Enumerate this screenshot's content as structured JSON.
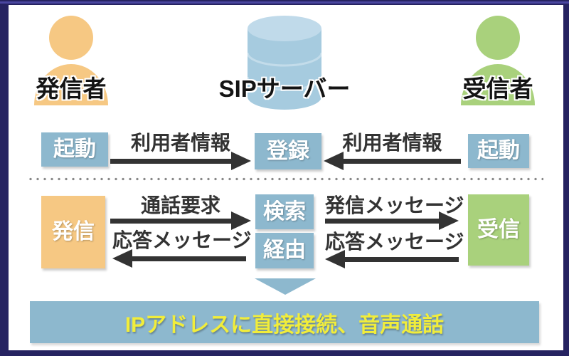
{
  "diagram": {
    "entities": {
      "caller": {
        "label": "発信者",
        "icon": "person-icon"
      },
      "server": {
        "label": "SIPサーバー",
        "icon": "database-icon"
      },
      "receiver": {
        "label": "受信者",
        "icon": "person-icon"
      }
    },
    "registration_flow": {
      "caller_box": "起動",
      "caller_to_server_arrow": "利用者情報",
      "server_box": "登録",
      "receiver_to_server_arrow": "利用者情報",
      "receiver_box": "起動"
    },
    "call_flow": {
      "caller_box": "発信",
      "request_arrow": "通話要求",
      "response_arrow_left": "応答メッセージ",
      "server_box_search": "検索",
      "server_box_via": "経由",
      "message_arrow": "発信メッセージ",
      "response_arrow_right": "応答メッセージ",
      "receiver_box": "受信"
    },
    "footer": {
      "text": "IPアドレスに直接接続、音声通話"
    },
    "colors": {
      "frame_navy": "#262361",
      "steel_blue": "#8DB8CE",
      "orange": "#F6C883",
      "green": "#A9D17C",
      "database_blue": "#A6CBDF",
      "database_top": "#C0DAEA",
      "arrow_dark": "#333333",
      "footer_text_yellow": "#F1ED3B"
    }
  }
}
